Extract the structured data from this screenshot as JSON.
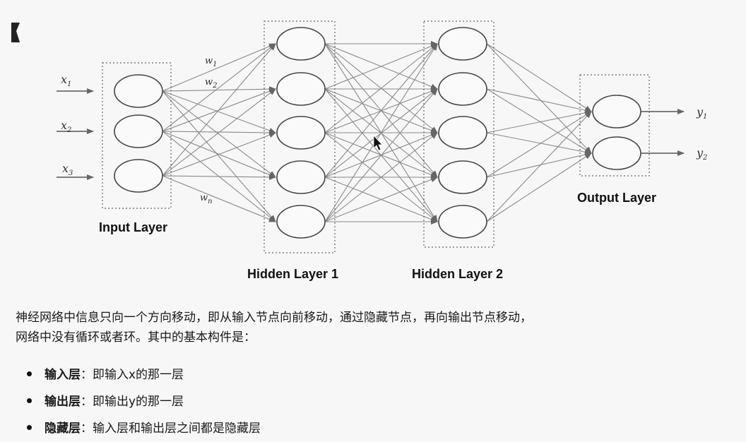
{
  "diagram": {
    "input_labels": [
      {
        "base": "x",
        "sub": "1"
      },
      {
        "base": "x",
        "sub": "2"
      },
      {
        "base": "x",
        "sub": "3"
      }
    ],
    "output_labels": [
      {
        "base": "y",
        "sub": "1"
      },
      {
        "base": "y",
        "sub": "2"
      }
    ],
    "weight_labels": [
      {
        "base": "w",
        "sub": "1"
      },
      {
        "base": "w",
        "sub": "2"
      },
      {
        "base": "w",
        "sub": "n"
      }
    ],
    "layers": {
      "input": "Input Layer",
      "hidden1": "Hidden Layer 1",
      "hidden2": "Hidden Layer 2",
      "output": "Output Layer"
    },
    "node_counts": {
      "input": 3,
      "hidden1": 5,
      "hidden2": 5,
      "output": 2
    }
  },
  "text": {
    "paragraph_line1": "神经网络中信息只向一个方向移动，即从输入节点向前移动，通过隐藏节点，再向输出节点移动，",
    "paragraph_line2": "网络中没有循环或者环。其中的基本构件是：",
    "bullets": [
      {
        "term": "输入层",
        "sep": "：",
        "desc": "即输入x的那一层"
      },
      {
        "term": "输出层",
        "sep": "：",
        "desc": "即输出y的那一层"
      },
      {
        "term": "隐藏层",
        "sep": "：",
        "desc": "输入层和输出层之间都是隐藏层"
      }
    ]
  },
  "colors": {
    "edge": "#8a8a8a",
    "node_stroke": "#444444",
    "box": "#666666",
    "background": "#f7f7f7"
  }
}
